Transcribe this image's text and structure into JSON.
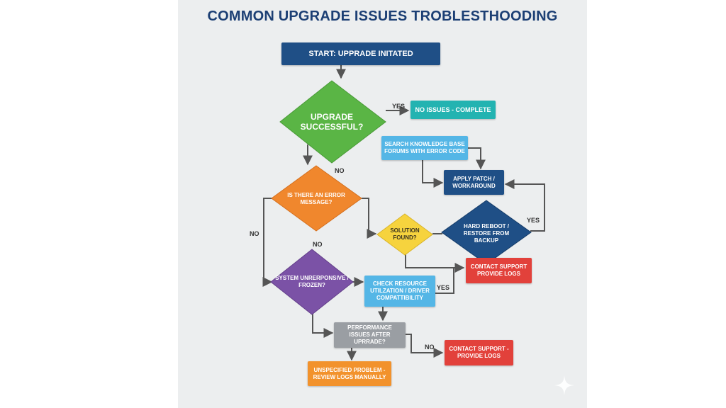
{
  "title": "COMMON UPGRADE ISSUES TROBLESTHOODING",
  "nodes": {
    "start": "START: UPPRADE INITATED",
    "upgrade_successful": "UPGRADE SUCCESSFUL?",
    "no_issues": "NO ISSUES - COMPLETE",
    "search_kb": "SEARCH KNOWLEDGE BASE FORUMS WITH ERROR CODE",
    "apply_patch": "APPLY PATCH / WORKAROUND",
    "error_message": "IS THERE AN ERROR MESSAGE?",
    "solution_found": "SOLUTION FOUND?",
    "hard_reboot": "HARD REBOOT / RESTORE FROM BACKUP",
    "contact_support_1": "CONTACT SUPPORT PROVIDE LOGS",
    "system_unresponsive": "SYSTEM UNRERPONSIVE / FROZEN?",
    "check_resource": "CHECK RESOURCE UTILZATION / DRIVER COMPATTIBILITY",
    "performance_issues": "PERFORMANCE ISSUES AFTER UPRRADE?",
    "contact_support_2": "CONTACT SUPPORT - PROVIDE LOGS",
    "unspecified": "UNSPECIFIED PROBLEM - REVIEW LOGS MANUALLY"
  },
  "edge_labels": {
    "yes_success": "YES",
    "no_success": "NO",
    "no_error": "NO",
    "no_left": "NO",
    "yes_reboot": "YES",
    "yes_check": "YES",
    "no_performance": "NO"
  },
  "colors": {
    "title": "#1c3f74",
    "navy": "#1f4f86",
    "green": "#5ab545",
    "teal": "#23b3b1",
    "light_blue": "#54b6e6",
    "orange": "#f0872d",
    "yellow": "#f6d33e",
    "red": "#e2413b",
    "purple": "#7b52a6",
    "gray": "#9a9ea3",
    "amber": "#f2922c",
    "arrow": "#555555"
  },
  "icons": {
    "sparkle": "sparkle-icon"
  }
}
